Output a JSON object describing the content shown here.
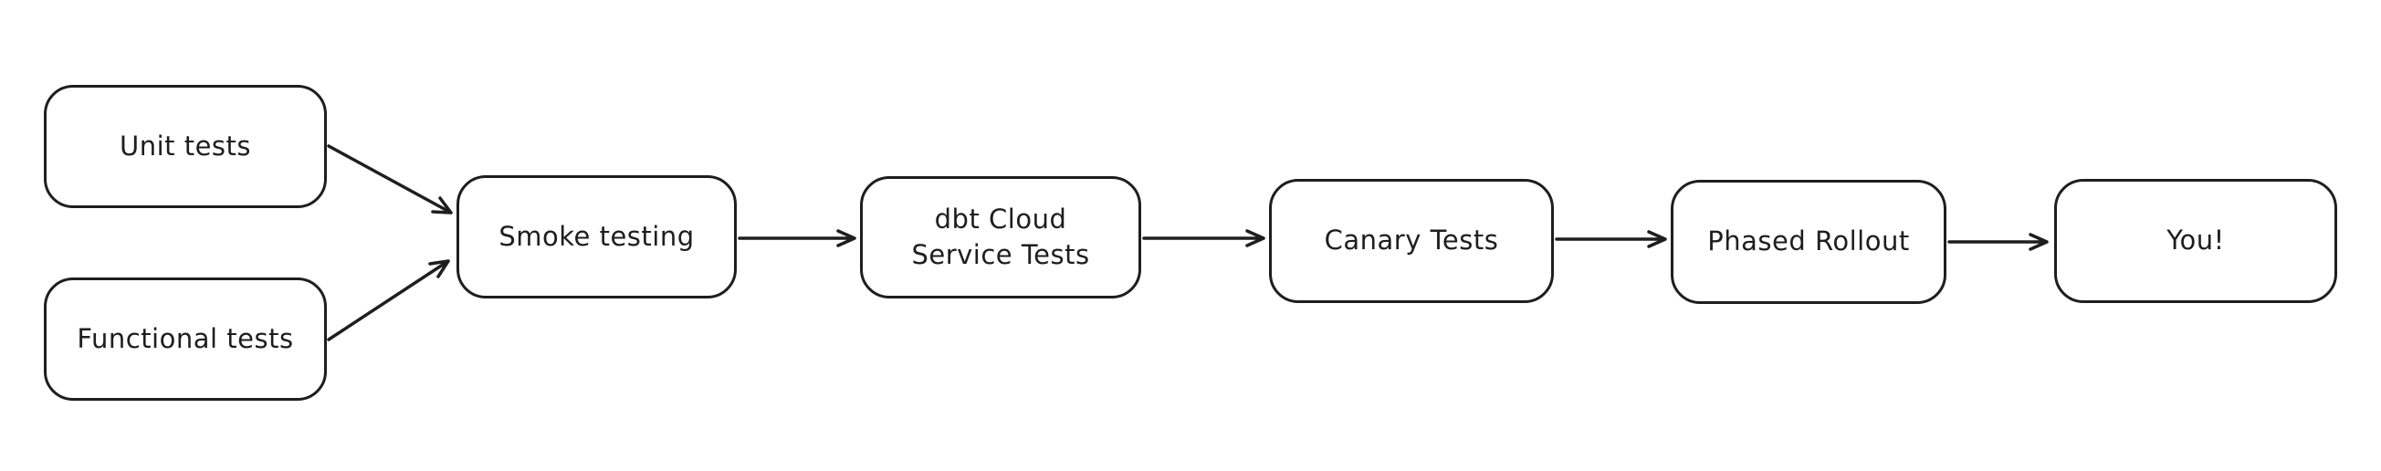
{
  "diagram": {
    "background": "#ffffff",
    "stroke_color": "#1e1e1e",
    "nodes": {
      "unit_tests": {
        "label": "Unit tests"
      },
      "functional_tests": {
        "label": "Functional tests"
      },
      "smoke_testing": {
        "label": "Smoke testing"
      },
      "dbt_cloud_service_tests": {
        "label": "dbt Cloud\nService Tests"
      },
      "canary_tests": {
        "label": "Canary Tests"
      },
      "phased_rollout": {
        "label": "Phased Rollout"
      },
      "you": {
        "label": "You!"
      }
    },
    "edges": [
      {
        "from": "Unit tests",
        "to": "Smoke testing"
      },
      {
        "from": "Functional tests",
        "to": "Smoke testing"
      },
      {
        "from": "Smoke testing",
        "to": "dbt Cloud Service Tests"
      },
      {
        "from": "dbt Cloud Service Tests",
        "to": "Canary Tests"
      },
      {
        "from": "Canary Tests",
        "to": "Phased Rollout"
      },
      {
        "from": "Phased Rollout",
        "to": "You!"
      }
    ]
  }
}
